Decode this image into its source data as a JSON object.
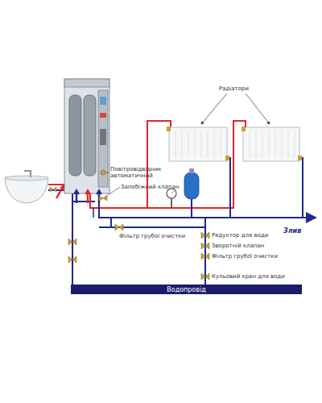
{
  "diagram": {
    "nodes": [
      {
        "text": [
          "Водопровід"
        ]
      }
    ],
    "labels": [
      "Радіатори",
      "Повітровідвідник автоматичний",
      "Запобіжний клапан",
      "Фільтр грубої очистки",
      "Злив",
      "Редуктор для води",
      "Зворотній клапан",
      "Фільтр грубої очистки",
      "Кульовий кран для води"
    ]
  }
}
